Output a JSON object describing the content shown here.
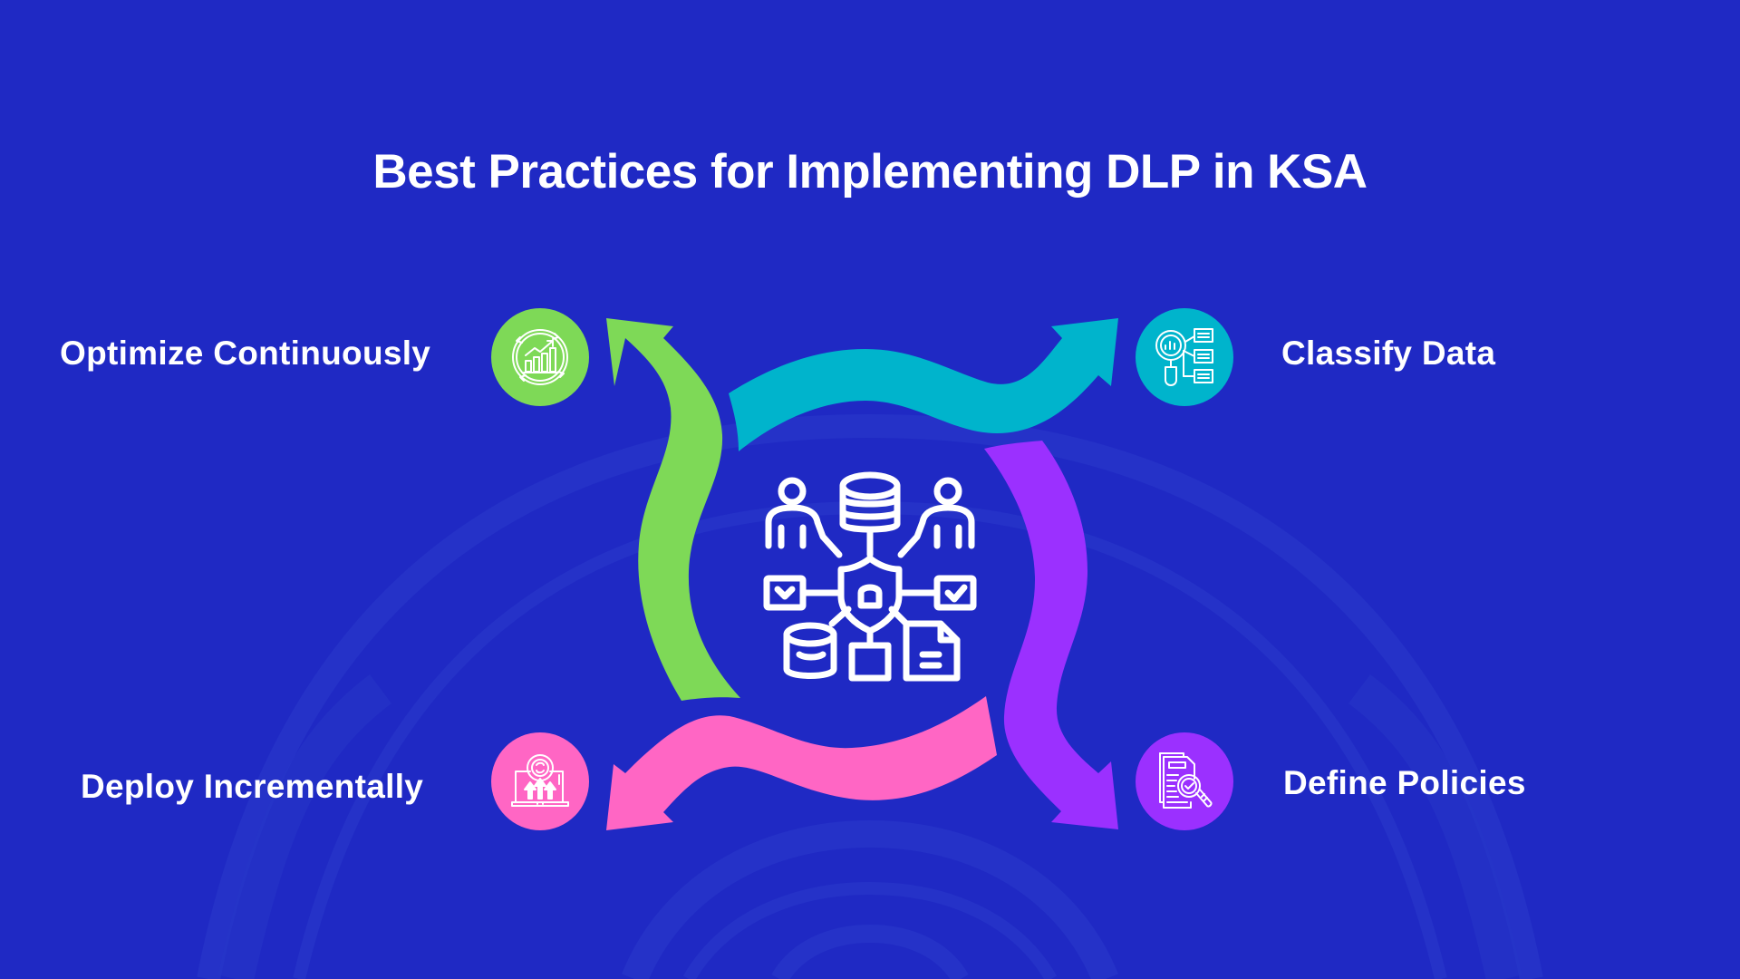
{
  "title": "Best Practices for Implementing DLP in KSA",
  "colors": {
    "background": "#1f29c4",
    "green": "#7ed957",
    "teal": "#00b4cc",
    "purple": "#9b30ff",
    "pink": "#ff66c4",
    "text": "#ffffff"
  },
  "center": {
    "icon": "data-protection-network-icon"
  },
  "steps": [
    {
      "position": "top-left",
      "label": "Optimize Continuously",
      "icon": "continuous-improvement-chart-icon",
      "color": "#7ed957"
    },
    {
      "position": "top-right",
      "label": "Classify Data",
      "icon": "magnifier-data-hierarchy-icon",
      "color": "#00b4cc"
    },
    {
      "position": "bottom-right",
      "label": "Define Policies",
      "icon": "policy-document-search-icon",
      "color": "#9b30ff"
    },
    {
      "position": "bottom-left",
      "label": "Deploy Incrementally",
      "icon": "laptop-deploy-gear-icon",
      "color": "#ff66c4"
    }
  ]
}
